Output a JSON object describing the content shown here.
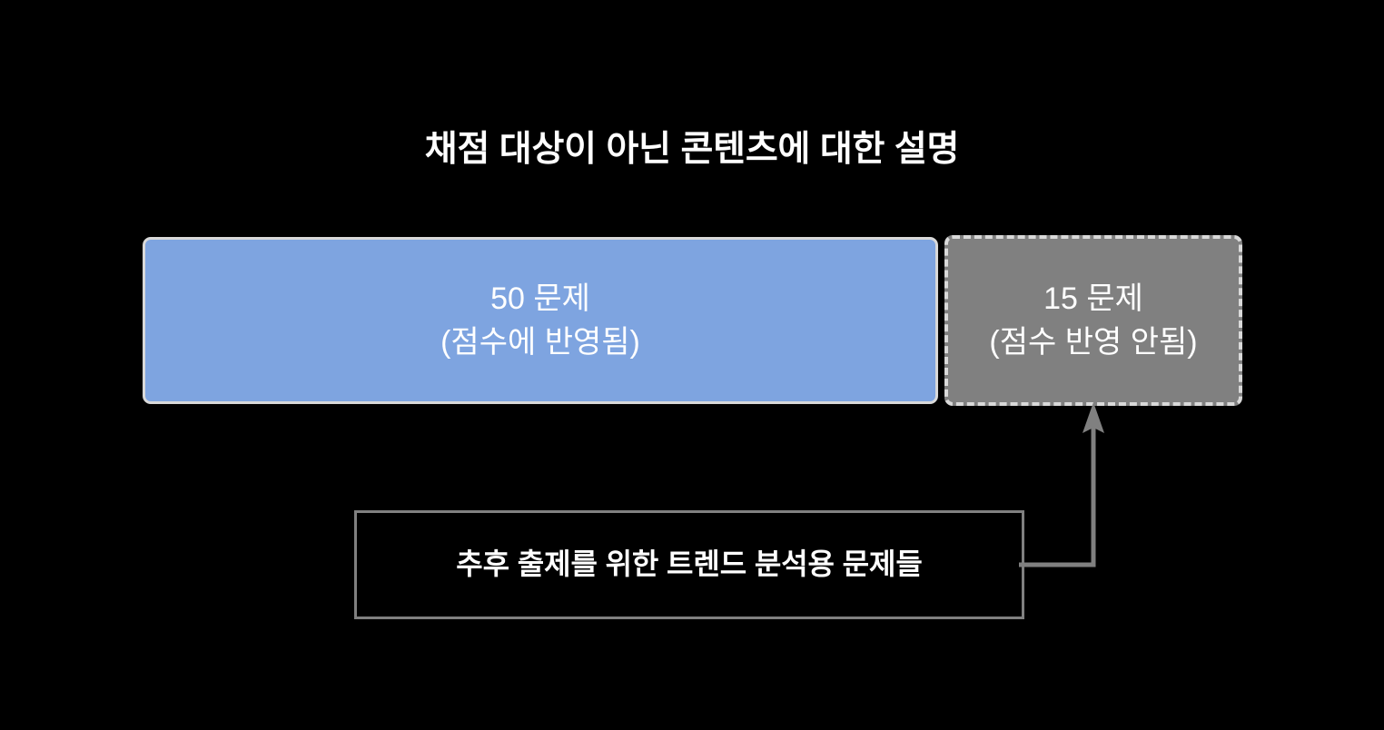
{
  "diagram": {
    "background_color": "#000000",
    "title": "채점 대상이 아닌 콘텐츠에 대한 설명",
    "boxes": [
      {
        "id": "scored",
        "label": "50 문제\n(점수에 반영됨)",
        "count_text": "50 문제",
        "note_text": "(점수에 반영됨)",
        "fill_color": "#7EA4E0",
        "border_color": "#D9D9D9",
        "border_style": "solid",
        "text_color": "#FFFFFF"
      },
      {
        "id": "unscored",
        "label": "15 문제\n(점수 반영 안됨)",
        "count_text": "15 문제",
        "note_text": "(점수 반영 안됨)",
        "fill_color": "#808080",
        "border_color": "#D9D9D9",
        "border_style": "dashed",
        "text_color": "#FFFFFF"
      }
    ],
    "callout": {
      "id": "trend-analysis-note",
      "label": "추후 출제를 위한 트렌드 분석용 문제들",
      "fill_color": "#000000",
      "border_color": "#808080",
      "text_color": "#FFFFFF"
    },
    "connector": {
      "id": "callout-to-unscored",
      "from": "trend-analysis-note",
      "to": "unscored",
      "color": "#808080",
      "style": "elbow-with-arrowhead"
    }
  }
}
